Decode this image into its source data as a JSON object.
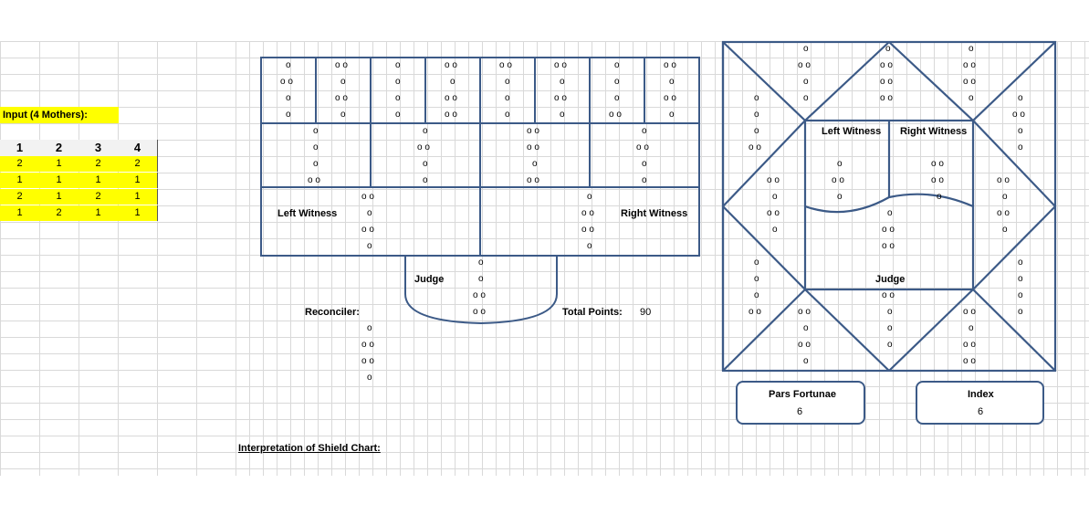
{
  "input": {
    "label": "Input (4 Mothers):",
    "headers": [
      "1",
      "2",
      "3",
      "4"
    ],
    "rows": [
      [
        "2",
        "1",
        "2",
        "2"
      ],
      [
        "1",
        "1",
        "1",
        "1"
      ],
      [
        "2",
        "1",
        "2",
        "1"
      ],
      [
        "1",
        "2",
        "1",
        "1"
      ]
    ]
  },
  "house_chart": {
    "left_witness": "Left Witness",
    "right_witness": "Right Witness",
    "judge": "Judge",
    "reconciler": "Reconciler:",
    "total_points_label": "Total Points:",
    "total_points_value": "90",
    "interpretation": "Interpretation of Shield Chart:"
  },
  "star_chart": {
    "left_witness": "Left Witness",
    "right_witness": "Right Witness",
    "judge": "Judge",
    "pars_fortunae_label": "Pars Fortunae",
    "pars_fortunae_value": "6",
    "index_label": "Index",
    "index_value": "6"
  },
  "colors": {
    "frame": "#3c5a87",
    "grid": "#d9d9d9",
    "highlight": "#ffff00"
  }
}
